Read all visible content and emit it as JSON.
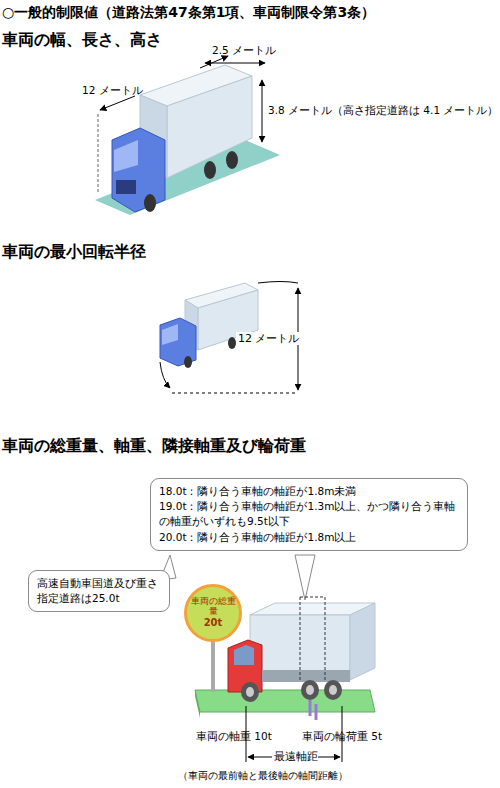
{
  "diagram": {
    "title": "○一般的制限値（道路法第47条第1項、車両制限令第3条）",
    "nodes": [
      {
        "text": [
          "18.0t：隣り合う車軸の軸距が1.8m未満",
          "19.0t：隣り合う車軸の軸距が1.3m以上、かつ隣り合う車軸の軸重がいずれも9.5t以下",
          "20.0t：隣り合う車軸の軸距が1.8m以上"
        ]
      },
      {
        "text": [
          "高速自動車国道及び重さ指定道路は25.0t"
        ]
      },
      {
        "text": [
          "車両の総重量",
          "20t"
        ]
      }
    ],
    "labels": [
      "車両の幅、長さ、高さ",
      "2.5 メートル",
      "12 メートル",
      "3.8 メートル（高さ指定道路は 4.1 メートル）",
      "車両の最小回転半径",
      "12 メートル",
      "車両の総重量、軸重、隣接軸重及び輪荷重",
      "車両の軸重 10t",
      "車両の輪荷重 5t",
      "最遠軸距",
      "（車両の最前軸と最後軸の軸間距離）"
    ]
  }
}
